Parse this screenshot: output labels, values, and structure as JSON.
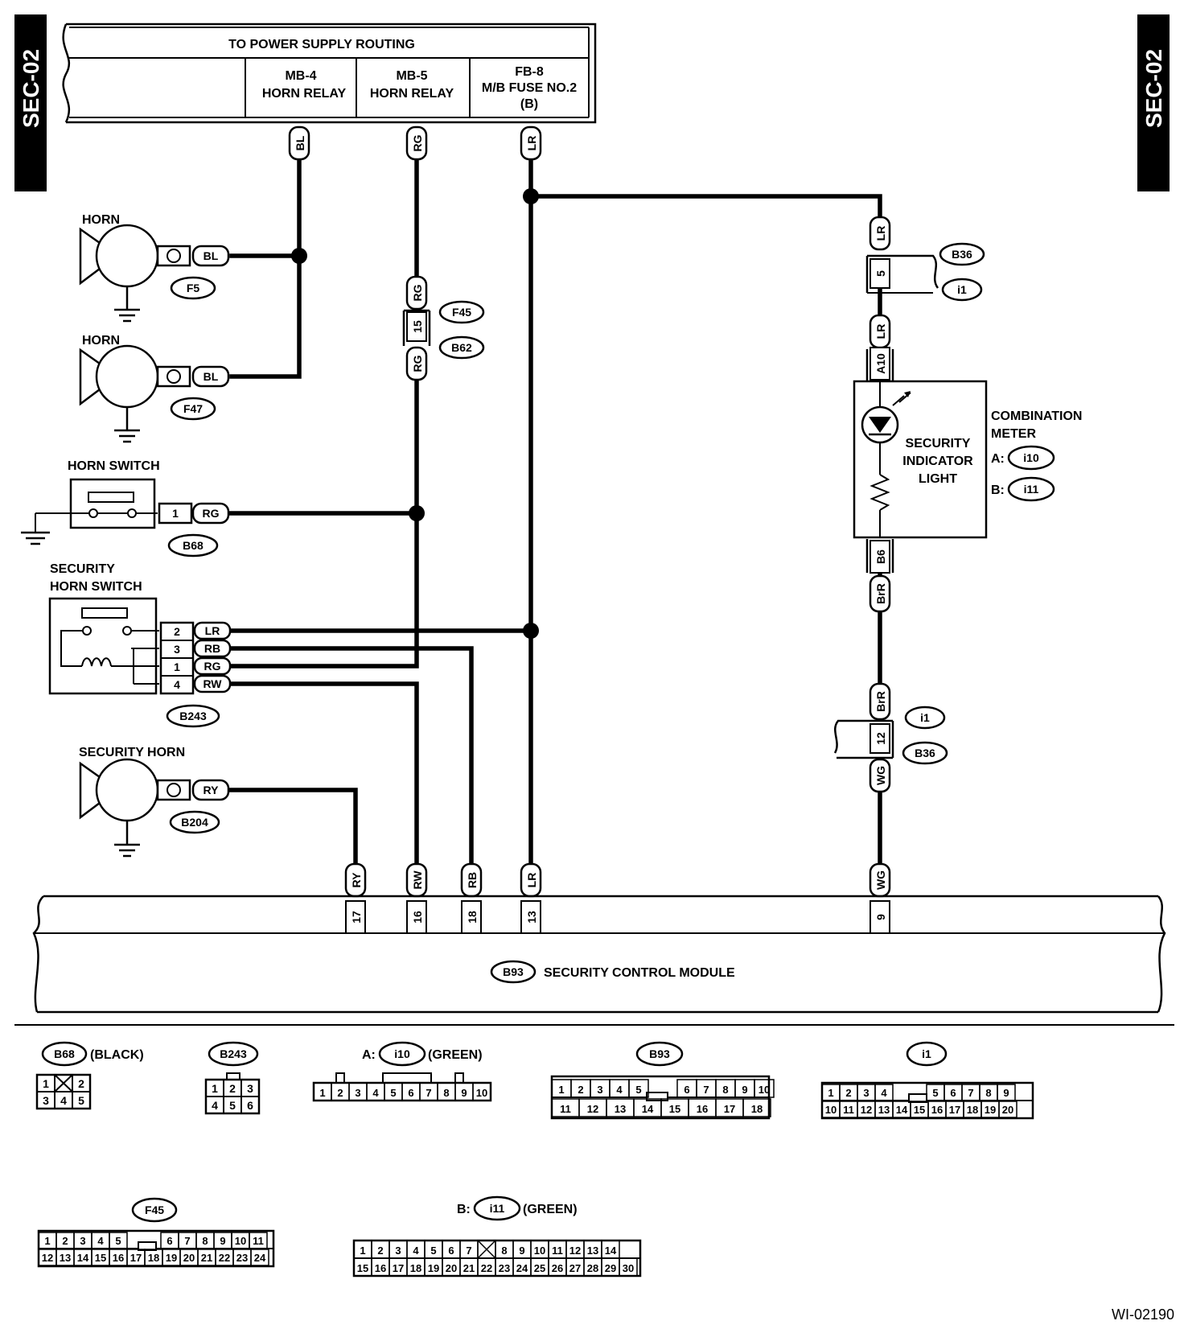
{
  "page_tags": {
    "left": "SEC-02",
    "right": "SEC-02"
  },
  "power_box": {
    "title": "TO POWER SUPPLY ROUTING",
    "cells": [
      {
        "line1": "MB-4",
        "line2": "HORN RELAY",
        "line3": ""
      },
      {
        "line1": "MB-5",
        "line2": "HORN RELAY",
        "line3": ""
      },
      {
        "line1": "FB-8",
        "line2": "M/B FUSE NO.2",
        "line3": "(B)"
      }
    ],
    "wires": [
      "BL",
      "RG",
      "LR"
    ]
  },
  "components": {
    "horn1": {
      "title": "HORN",
      "wire": "BL",
      "connector": "F5"
    },
    "horn2": {
      "title": "HORN",
      "wire": "BL",
      "connector": "F47"
    },
    "horn_switch": {
      "title": "HORN SWITCH",
      "pin": "1",
      "wire": "RG",
      "connector": "B68"
    },
    "security_horn_switch": {
      "title1": "SECURITY",
      "title2": "HORN SWITCH",
      "pins": [
        {
          "pin": "2",
          "wire": "LR"
        },
        {
          "pin": "3",
          "wire": "RB"
        },
        {
          "pin": "1",
          "wire": "RG"
        },
        {
          "pin": "4",
          "wire": "RW"
        }
      ],
      "connector": "B243"
    },
    "security_horn": {
      "title": "SECURITY HORN",
      "wire": "RY",
      "connector": "B204"
    },
    "rg_junction": {
      "wire_top": "RG",
      "pin": "15",
      "wire_bottom": "RG",
      "connectors": [
        "F45",
        "B62"
      ]
    },
    "b36_top": {
      "wire_top": "LR",
      "pin": "5",
      "wire_bottom": "LR",
      "connectors": [
        "B36",
        "i1"
      ]
    },
    "combination_meter": {
      "pin_top": "A10",
      "pin_bottom": "B6",
      "light_line1": "SECURITY",
      "light_line2": "INDICATOR",
      "light_line3": "LIGHT",
      "title1": "COMBINATION",
      "title2": "METER",
      "conn_a_prefix": "A:",
      "conn_a": "i10",
      "conn_b_prefix": "B:",
      "conn_b": "i11",
      "wire_out": "BrR"
    },
    "b36_bottom": {
      "wire_top": "BrR",
      "pin": "12",
      "wire_bottom": "WG",
      "connectors": [
        "i1",
        "B36"
      ]
    }
  },
  "module": {
    "connector": "B93",
    "name": "SECURITY CONTROL MODULE",
    "terminals": [
      {
        "wire": "RY",
        "pin": "17"
      },
      {
        "wire": "RW",
        "pin": "16"
      },
      {
        "wire": "RB",
        "pin": "18"
      },
      {
        "wire": "LR",
        "pin": "13"
      },
      {
        "wire": "WG",
        "pin": "9"
      }
    ]
  },
  "connector_faces": {
    "b68": {
      "name": "B68",
      "note": "(BLACK)",
      "rows": [
        [
          "1",
          "",
          "2"
        ],
        [
          "3",
          "4",
          "5"
        ]
      ]
    },
    "b243": {
      "name": "B243",
      "rows": [
        [
          "1",
          "2",
          "3"
        ],
        [
          "4",
          "5",
          "6"
        ]
      ]
    },
    "i10": {
      "prefix": "A:",
      "name": "i10",
      "note": "(GREEN)",
      "pins": [
        "1",
        "2",
        "3",
        "4",
        "5",
        "6",
        "7",
        "8",
        "9",
        "10"
      ]
    },
    "b93": {
      "name": "B93",
      "row1": [
        "1",
        "2",
        "3",
        "4",
        "5",
        "6",
        "7",
        "8",
        "9",
        "10"
      ],
      "row2": [
        "11",
        "12",
        "13",
        "14",
        "15",
        "16",
        "17",
        "18"
      ]
    },
    "i1": {
      "name": "i1",
      "row1": [
        "1",
        "2",
        "3",
        "4",
        "5",
        "6",
        "7",
        "8",
        "9"
      ],
      "row2": [
        "10",
        "11",
        "12",
        "13",
        "14",
        "15",
        "16",
        "17",
        "18",
        "19",
        "20"
      ]
    },
    "f45": {
      "name": "F45",
      "row1": [
        "1",
        "2",
        "3",
        "4",
        "5",
        "6",
        "7",
        "8",
        "9",
        "10",
        "11"
      ],
      "row2": [
        "12",
        "13",
        "14",
        "15",
        "16",
        "17",
        "18",
        "19",
        "20",
        "21",
        "22",
        "23",
        "24"
      ]
    },
    "i11": {
      "prefix": "B:",
      "name": "i11",
      "note": "(GREEN)",
      "row1": [
        "1",
        "2",
        "3",
        "4",
        "5",
        "6",
        "7",
        "8",
        "9",
        "10",
        "11",
        "12",
        "13",
        "14"
      ],
      "row2": [
        "15",
        "16",
        "17",
        "18",
        "19",
        "20",
        "21",
        "22",
        "23",
        "24",
        "25",
        "26",
        "27",
        "28",
        "29",
        "30"
      ]
    }
  },
  "figure_code": "WI-02190"
}
